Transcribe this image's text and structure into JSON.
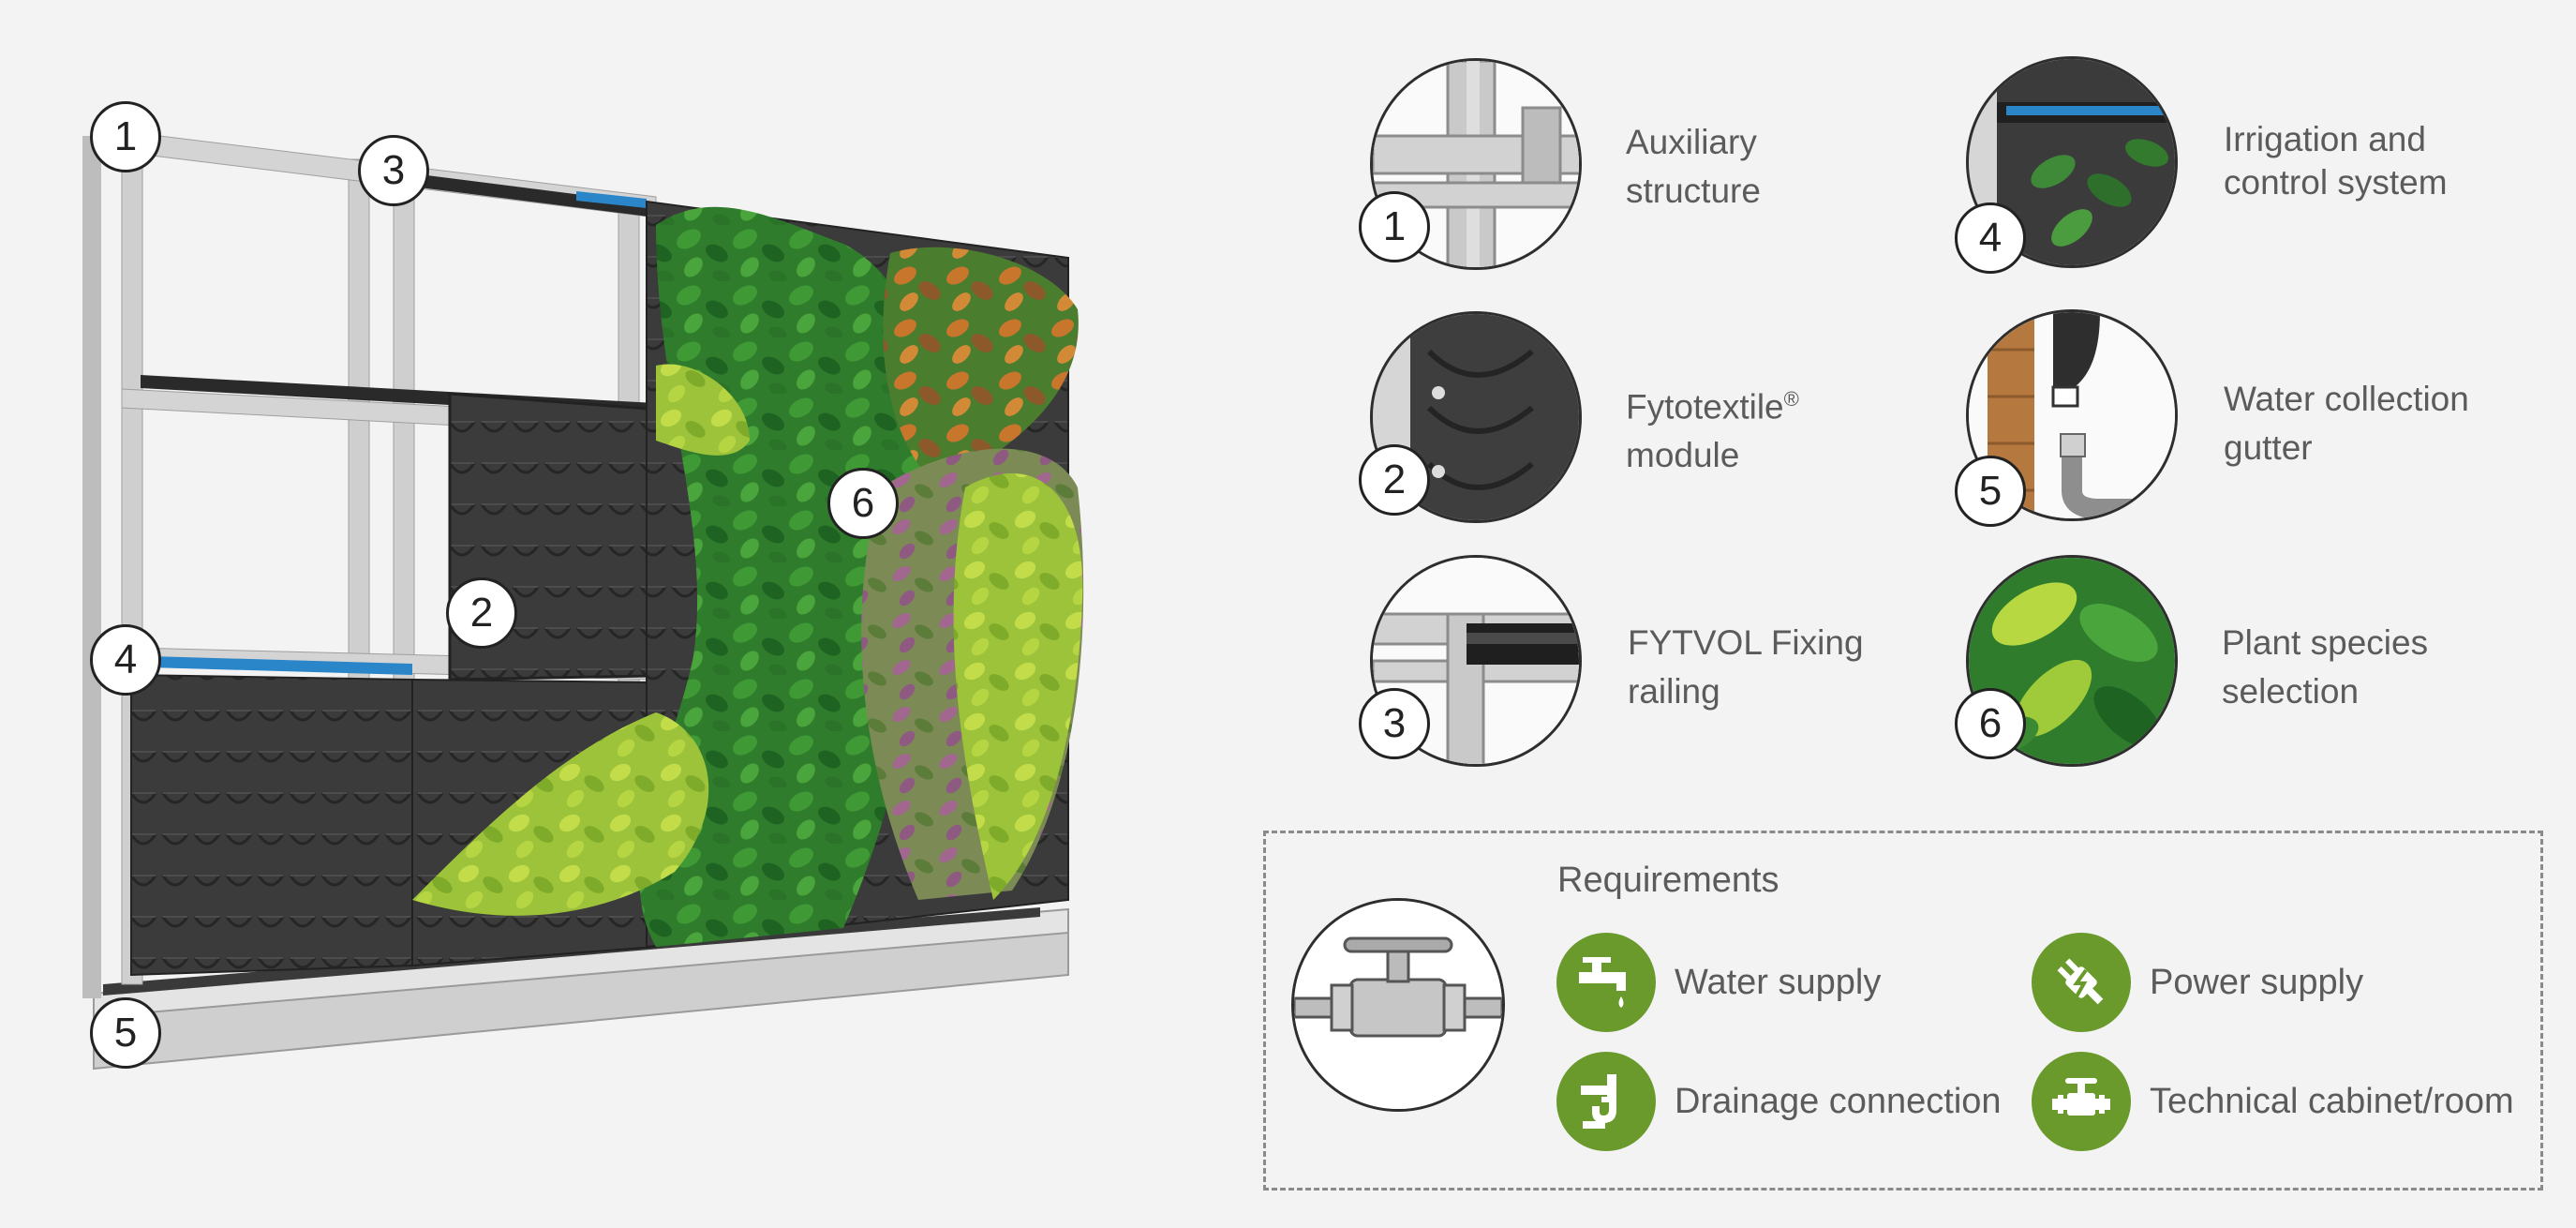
{
  "components": [
    {
      "number": "1",
      "label": "Auxiliary structure",
      "icon": "frame-corner-icon"
    },
    {
      "number": "2",
      "label": "Fytotextile",
      "label_sup": "®",
      "label_rest": " module",
      "icon": "felt-module-icon"
    },
    {
      "number": "3",
      "label": "FYTVOL Fixing railing",
      "icon": "fixing-rail-icon"
    },
    {
      "number": "4",
      "label": "Irrigation and control system",
      "icon": "irrigation-pipe-icon"
    },
    {
      "number": "5",
      "label": "Water collection gutter",
      "icon": "gutter-drain-icon"
    },
    {
      "number": "6",
      "label": "Plant species selection",
      "icon": "plant-leaves-icon"
    }
  ],
  "scene_callouts": [
    "1",
    "3",
    "2",
    "6",
    "4",
    "5"
  ],
  "requirements": {
    "title": "Requirements",
    "items": [
      {
        "label": "Water supply",
        "icon": "water-tap-icon"
      },
      {
        "label": "Power supply",
        "icon": "power-plug-icon"
      },
      {
        "label": "Drainage connection",
        "icon": "drain-trap-icon"
      },
      {
        "label": "Technical cabinet/room",
        "icon": "valve-icon"
      }
    ]
  },
  "colors": {
    "accent_green": "#6a9a2c",
    "felt": "#3d3d3d",
    "frame": "#c4c4c4",
    "pipe_blue": "#2a86c9",
    "text": "#5b5b5b"
  }
}
